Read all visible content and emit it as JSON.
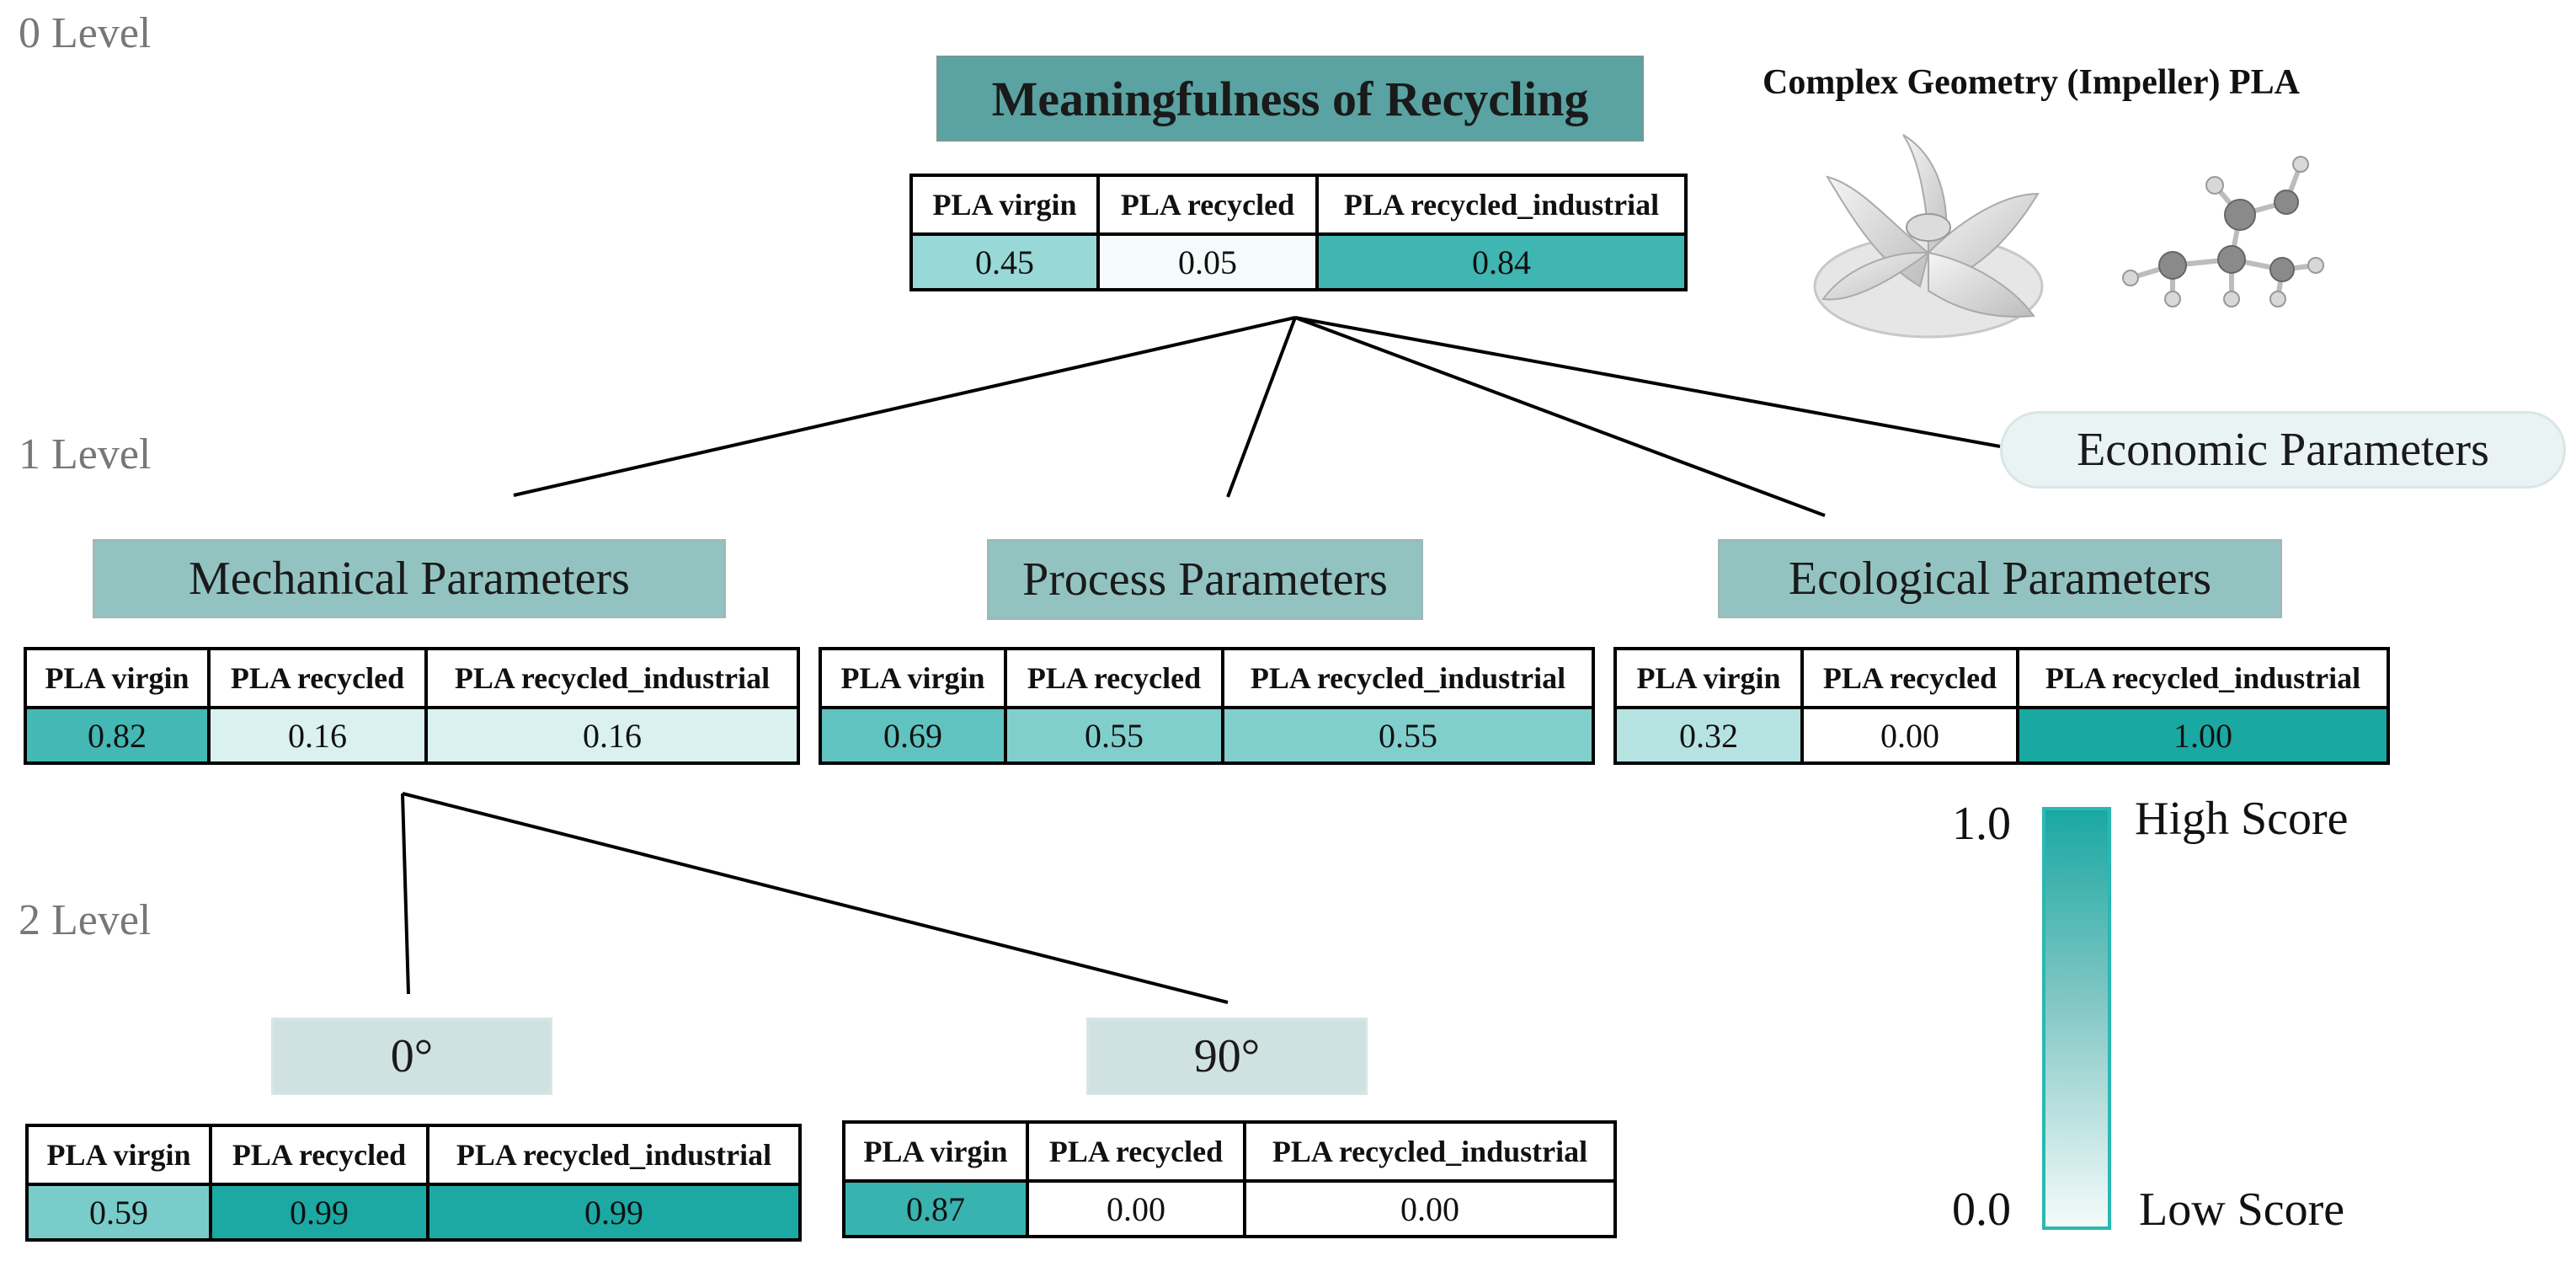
{
  "levels": [
    "0 Level",
    "1 Level",
    "2 Level"
  ],
  "top_right_title": "Complex Geometry (Impeller) PLA",
  "columns": [
    "PLA virgin",
    "PLA recycled",
    "PLA recycled_industrial"
  ],
  "root": {
    "title": "Meaningfulness of Recycling",
    "values": [
      "0.45",
      "0.05",
      "0.84"
    ]
  },
  "level1": [
    {
      "title": "Mechanical Parameters",
      "values": [
        "0.82",
        "0.16",
        "0.16"
      ]
    },
    {
      "title": "Process Parameters",
      "values": [
        "0.69",
        "0.55",
        "0.55"
      ]
    },
    {
      "title": "Ecological Parameters",
      "values": [
        "0.32",
        "0.00",
        "1.00"
      ]
    }
  ],
  "economic": {
    "title": "Economic Parameters"
  },
  "level2": [
    {
      "title": "0°",
      "values": [
        "0.59",
        "0.99",
        "0.99"
      ]
    },
    {
      "title": "90°",
      "values": [
        "0.87",
        "0.00",
        "0.00"
      ]
    }
  ],
  "legend": {
    "high_value": "1.0",
    "low_value": "0.0",
    "high_label": "High Score",
    "low_label": "Low Score"
  },
  "colors": {
    "score_low": "#ffffff",
    "score_high": "#1aa8a3",
    "line": "#000000"
  }
}
